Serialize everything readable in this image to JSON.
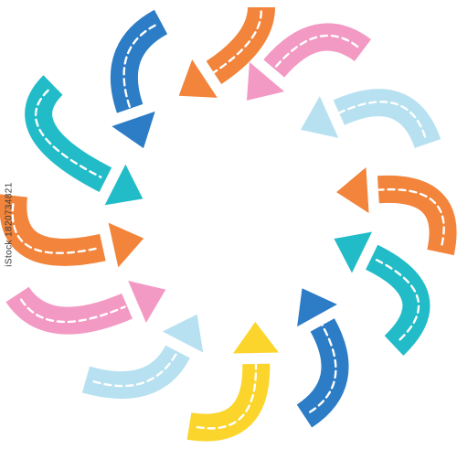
{
  "image": {
    "background": "#ffffff",
    "stock_id": "iStock 1820734821",
    "description_style": "ring of curved arrows with dashed white centre lines",
    "palette": {
      "blue": "#2c7cc6",
      "orange": "#f2843b",
      "pink": "#f39ac4",
      "light_blue": "#b7e1f1",
      "teal": "#22bcc8",
      "yellow": "#fbd52b"
    },
    "arrows": [
      {
        "name": "blue-top-left",
        "color": "blue"
      },
      {
        "name": "orange-top",
        "color": "orange"
      },
      {
        "name": "pink-top-right",
        "color": "pink"
      },
      {
        "name": "light-blue-right-upper",
        "color": "light_blue"
      },
      {
        "name": "orange-right",
        "color": "orange"
      },
      {
        "name": "teal-right-lower",
        "color": "teal"
      },
      {
        "name": "blue-bottom-right",
        "color": "blue"
      },
      {
        "name": "yellow-bottom",
        "color": "yellow"
      },
      {
        "name": "light-blue-bottom-left",
        "color": "light_blue"
      },
      {
        "name": "pink-left-lower",
        "color": "pink"
      },
      {
        "name": "orange-left",
        "color": "orange"
      },
      {
        "name": "teal-left-upper",
        "color": "teal"
      }
    ]
  }
}
